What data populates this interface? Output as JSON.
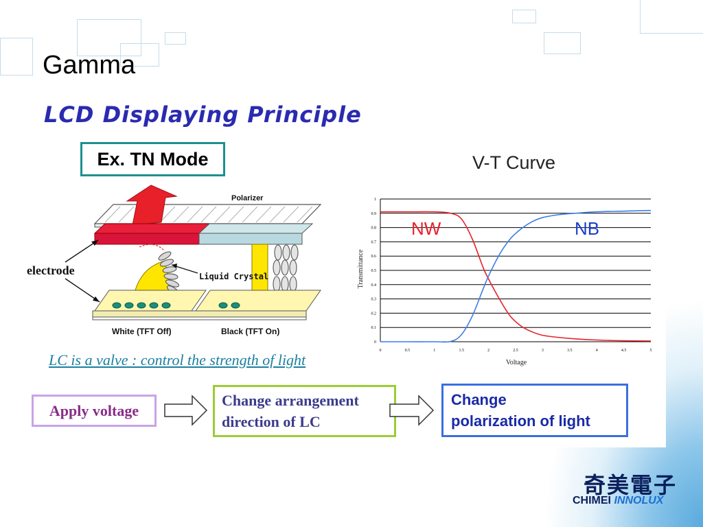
{
  "slide": {
    "title": "Gamma",
    "heading": "LCD Displaying Principle"
  },
  "tn_diagram": {
    "mode_label": "Ex. TN Mode",
    "polarizer_label": "Polarizer",
    "electrode_label": "electrode",
    "liquid_crystal_label": "Liquid Crystal",
    "white_label": "White (TFT Off)",
    "black_label": "Black (TFT On)"
  },
  "vt_curve": {
    "title": "V-T Curve",
    "chart_data": {
      "type": "line",
      "title": "V-T Curve",
      "xlabel": "Voltage",
      "ylabel": "Transmittance",
      "xlim": [
        0,
        5
      ],
      "ylim": [
        0,
        1
      ],
      "x_ticks": [
        "0",
        "0.5",
        "1",
        "1.5",
        "2",
        "2.5",
        "3",
        "3.5",
        "4",
        "4.5",
        "5"
      ],
      "y_ticks": [
        "0",
        "0.1",
        "0.2",
        "0.3",
        "0.4",
        "0.5",
        "0.6",
        "0.7",
        "0.8",
        "0.9",
        "1"
      ],
      "grid": "horizontal",
      "series": [
        {
          "name": "NW",
          "color": "#e8202a",
          "x": [
            0,
            0.5,
            1.0,
            1.3,
            1.5,
            1.7,
            1.9,
            2.0,
            2.2,
            2.4,
            2.6,
            2.8,
            3.0,
            3.3,
            3.6,
            4.0,
            4.5,
            5.0
          ],
          "y": [
            0.91,
            0.91,
            0.91,
            0.9,
            0.86,
            0.72,
            0.52,
            0.44,
            0.3,
            0.18,
            0.11,
            0.07,
            0.045,
            0.03,
            0.02,
            0.012,
            0.007,
            0.005
          ]
        },
        {
          "name": "NB",
          "color": "#3b7be8",
          "x": [
            0,
            0.5,
            1.0,
            1.3,
            1.5,
            1.7,
            1.9,
            2.0,
            2.2,
            2.4,
            2.6,
            2.8,
            3.0,
            3.3,
            3.6,
            4.0,
            4.5,
            5.0
          ],
          "y": [
            0,
            0,
            0,
            0.002,
            0.05,
            0.18,
            0.37,
            0.46,
            0.61,
            0.72,
            0.79,
            0.84,
            0.87,
            0.89,
            0.9,
            0.91,
            0.915,
            0.92
          ]
        }
      ]
    }
  },
  "caption": "LC is a valve : control the strength of light",
  "flow": {
    "step1": "Apply voltage",
    "step2_line1": "Change arrangement",
    "step2_line2": "direction of LC",
    "step3_line1": "Change",
    "step3_line2": "polarization of light"
  },
  "brand": {
    "chinese": "奇美電子",
    "english_part1": "CHIMEI ",
    "english_part2": "INNOLUX"
  },
  "colors": {
    "heading": "#2a2bb0",
    "tn_box_border": "#1e8f8f",
    "nw_series": "#e8202a",
    "nb_series": "#3b7be8"
  }
}
